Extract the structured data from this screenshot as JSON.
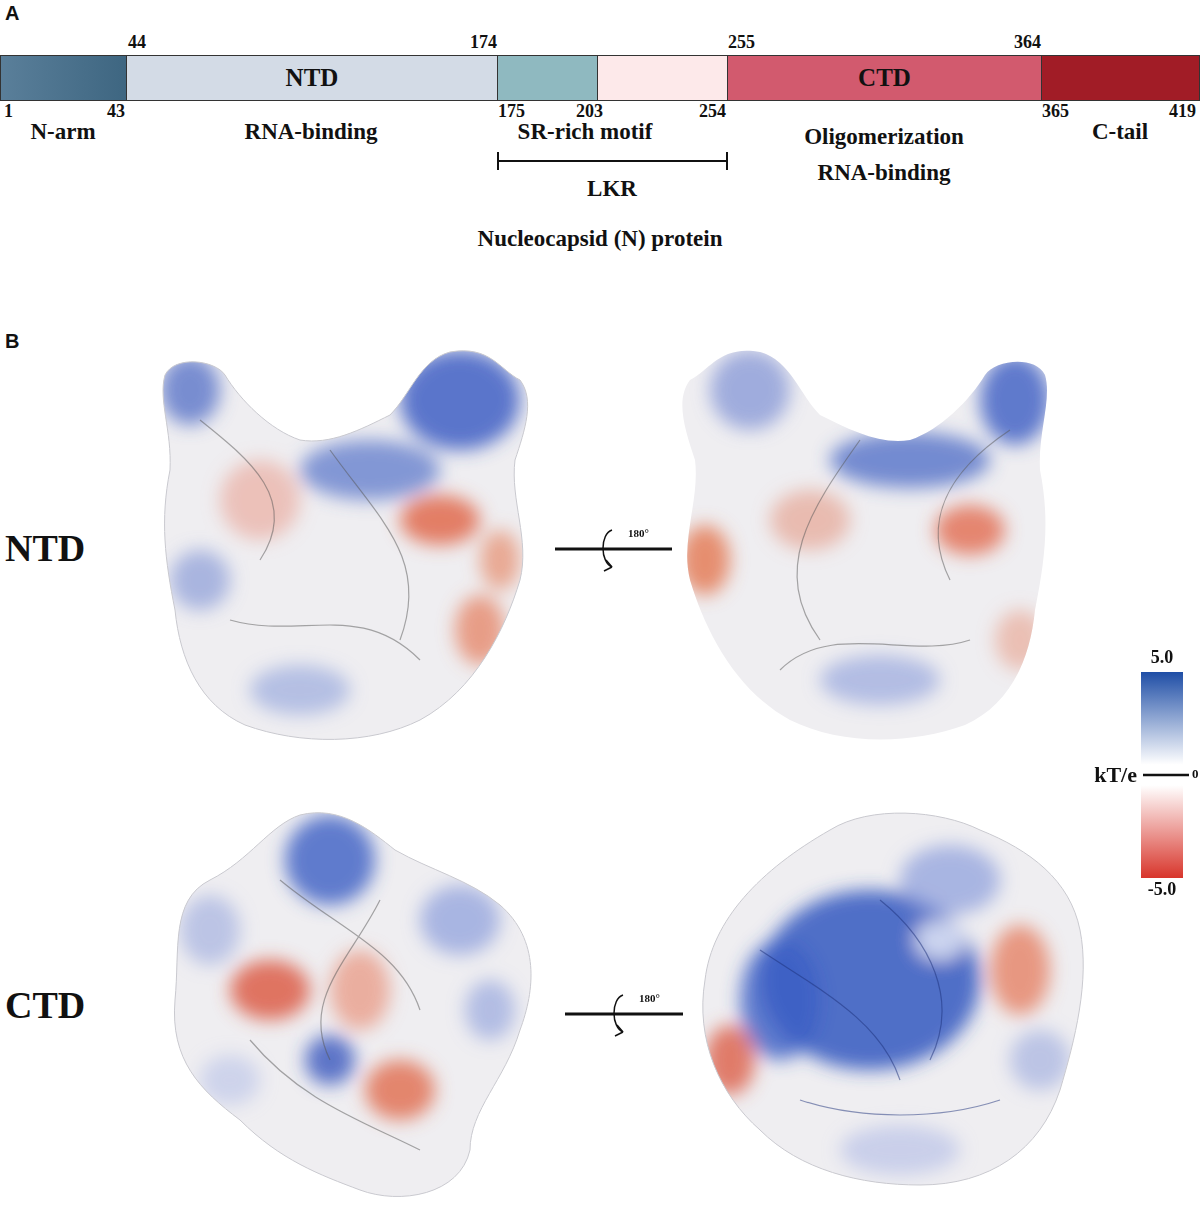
{
  "diagram": {
    "nodes": [
      {
        "text": [
          "NTD"
        ]
      },
      {
        "text": [
          "CTD"
        ]
      }
    ],
    "labels": [
      "A",
      "44",
      "174",
      "255",
      "364",
      "1",
      "43",
      "175",
      "203",
      "254",
      "365",
      "419",
      "N-arm",
      "RNA-binding",
      "SR-rich motif",
      "Oligomerization RNA-binding",
      "C-tail",
      "LKR",
      "Nucleocapsid (N) protein",
      "B",
      "NTD",
      "180°",
      "CTD",
      "180°",
      "5.0",
      "kT/e",
      "0",
      "-5.0"
    ]
  }
}
